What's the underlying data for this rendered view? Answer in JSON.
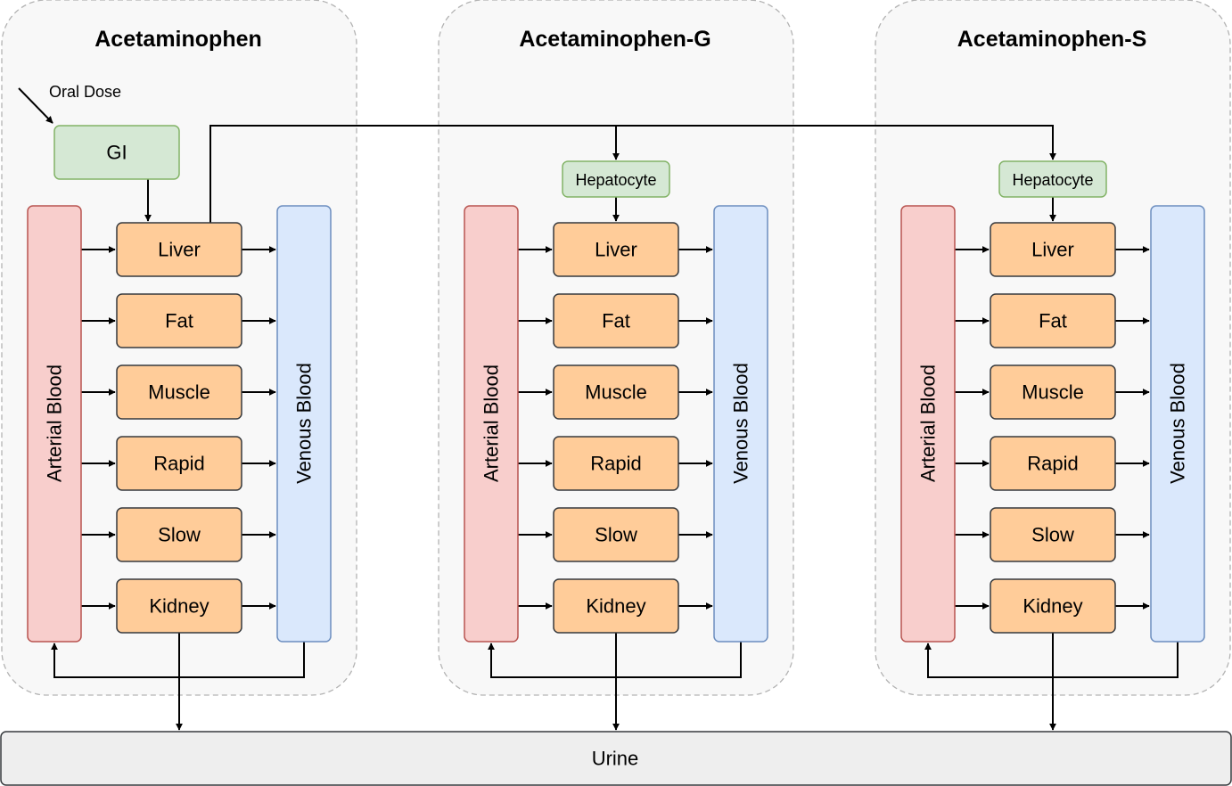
{
  "panels": [
    {
      "title": "Acetaminophen",
      "arterial_label": "Arterial Blood",
      "venous_label": "Venous Blood",
      "organs": [
        "Liver",
        "Fat",
        "Muscle",
        "Rapid",
        "Slow",
        "Kidney"
      ],
      "gi_label": "GI",
      "oral_dose_label": "Oral Dose"
    },
    {
      "title": "Acetaminophen-G",
      "arterial_label": "Arterial Blood",
      "venous_label": "Venous Blood",
      "organs": [
        "Liver",
        "Fat",
        "Muscle",
        "Rapid",
        "Slow",
        "Kidney"
      ],
      "hepatocyte_label": "Hepatocyte"
    },
    {
      "title": "Acetaminophen-S",
      "arterial_label": "Arterial Blood",
      "venous_label": "Venous Blood",
      "organs": [
        "Liver",
        "Fat",
        "Muscle",
        "Rapid",
        "Slow",
        "Kidney"
      ],
      "hepatocyte_label": "Hepatocyte"
    }
  ],
  "urine_label": "Urine",
  "colors": {
    "organ_fill": "#ffcc99",
    "arterial_fill": "#f8cecc",
    "arterial_stroke": "#b85450",
    "venous_fill": "#dae8fc",
    "venous_stroke": "#6c8ebf",
    "green_fill": "#d5e8d4",
    "green_stroke": "#82b366",
    "urine_fill": "#eeeeee",
    "group_fill": "#f8f8f8"
  }
}
